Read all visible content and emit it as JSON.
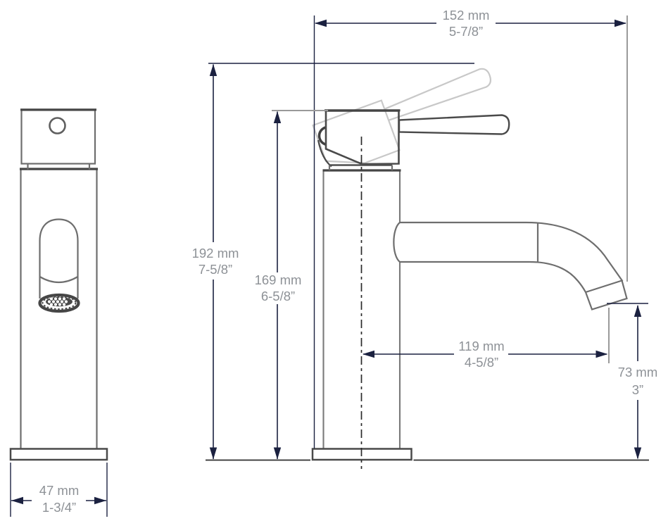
{
  "drawing": {
    "type": "faucet-technical-dimension-drawing",
    "background": "#ffffff",
    "colors": {
      "product_outline": "#6e6e6e",
      "product_dark": "#4a4a4a",
      "ghost_outline": "#c8c8c8",
      "dimension_line": "#1b2140",
      "label_text": "#8d9196"
    },
    "views": [
      {
        "name": "front-view"
      },
      {
        "name": "side-view"
      }
    ]
  },
  "dimensions": {
    "total_reach": {
      "mm": "152 mm",
      "inch": "5-7/8”"
    },
    "total_height": {
      "mm": "192 mm",
      "inch": "7-5/8”"
    },
    "body_height": {
      "mm": "169 mm",
      "inch": "6-5/8”"
    },
    "spout_reach": {
      "mm": "119 mm",
      "inch": "4-5/8”"
    },
    "spout_clearance": {
      "mm": "73 mm",
      "inch": "3”"
    },
    "base_width": {
      "mm": "47 mm",
      "inch": "1-3/4”"
    }
  }
}
